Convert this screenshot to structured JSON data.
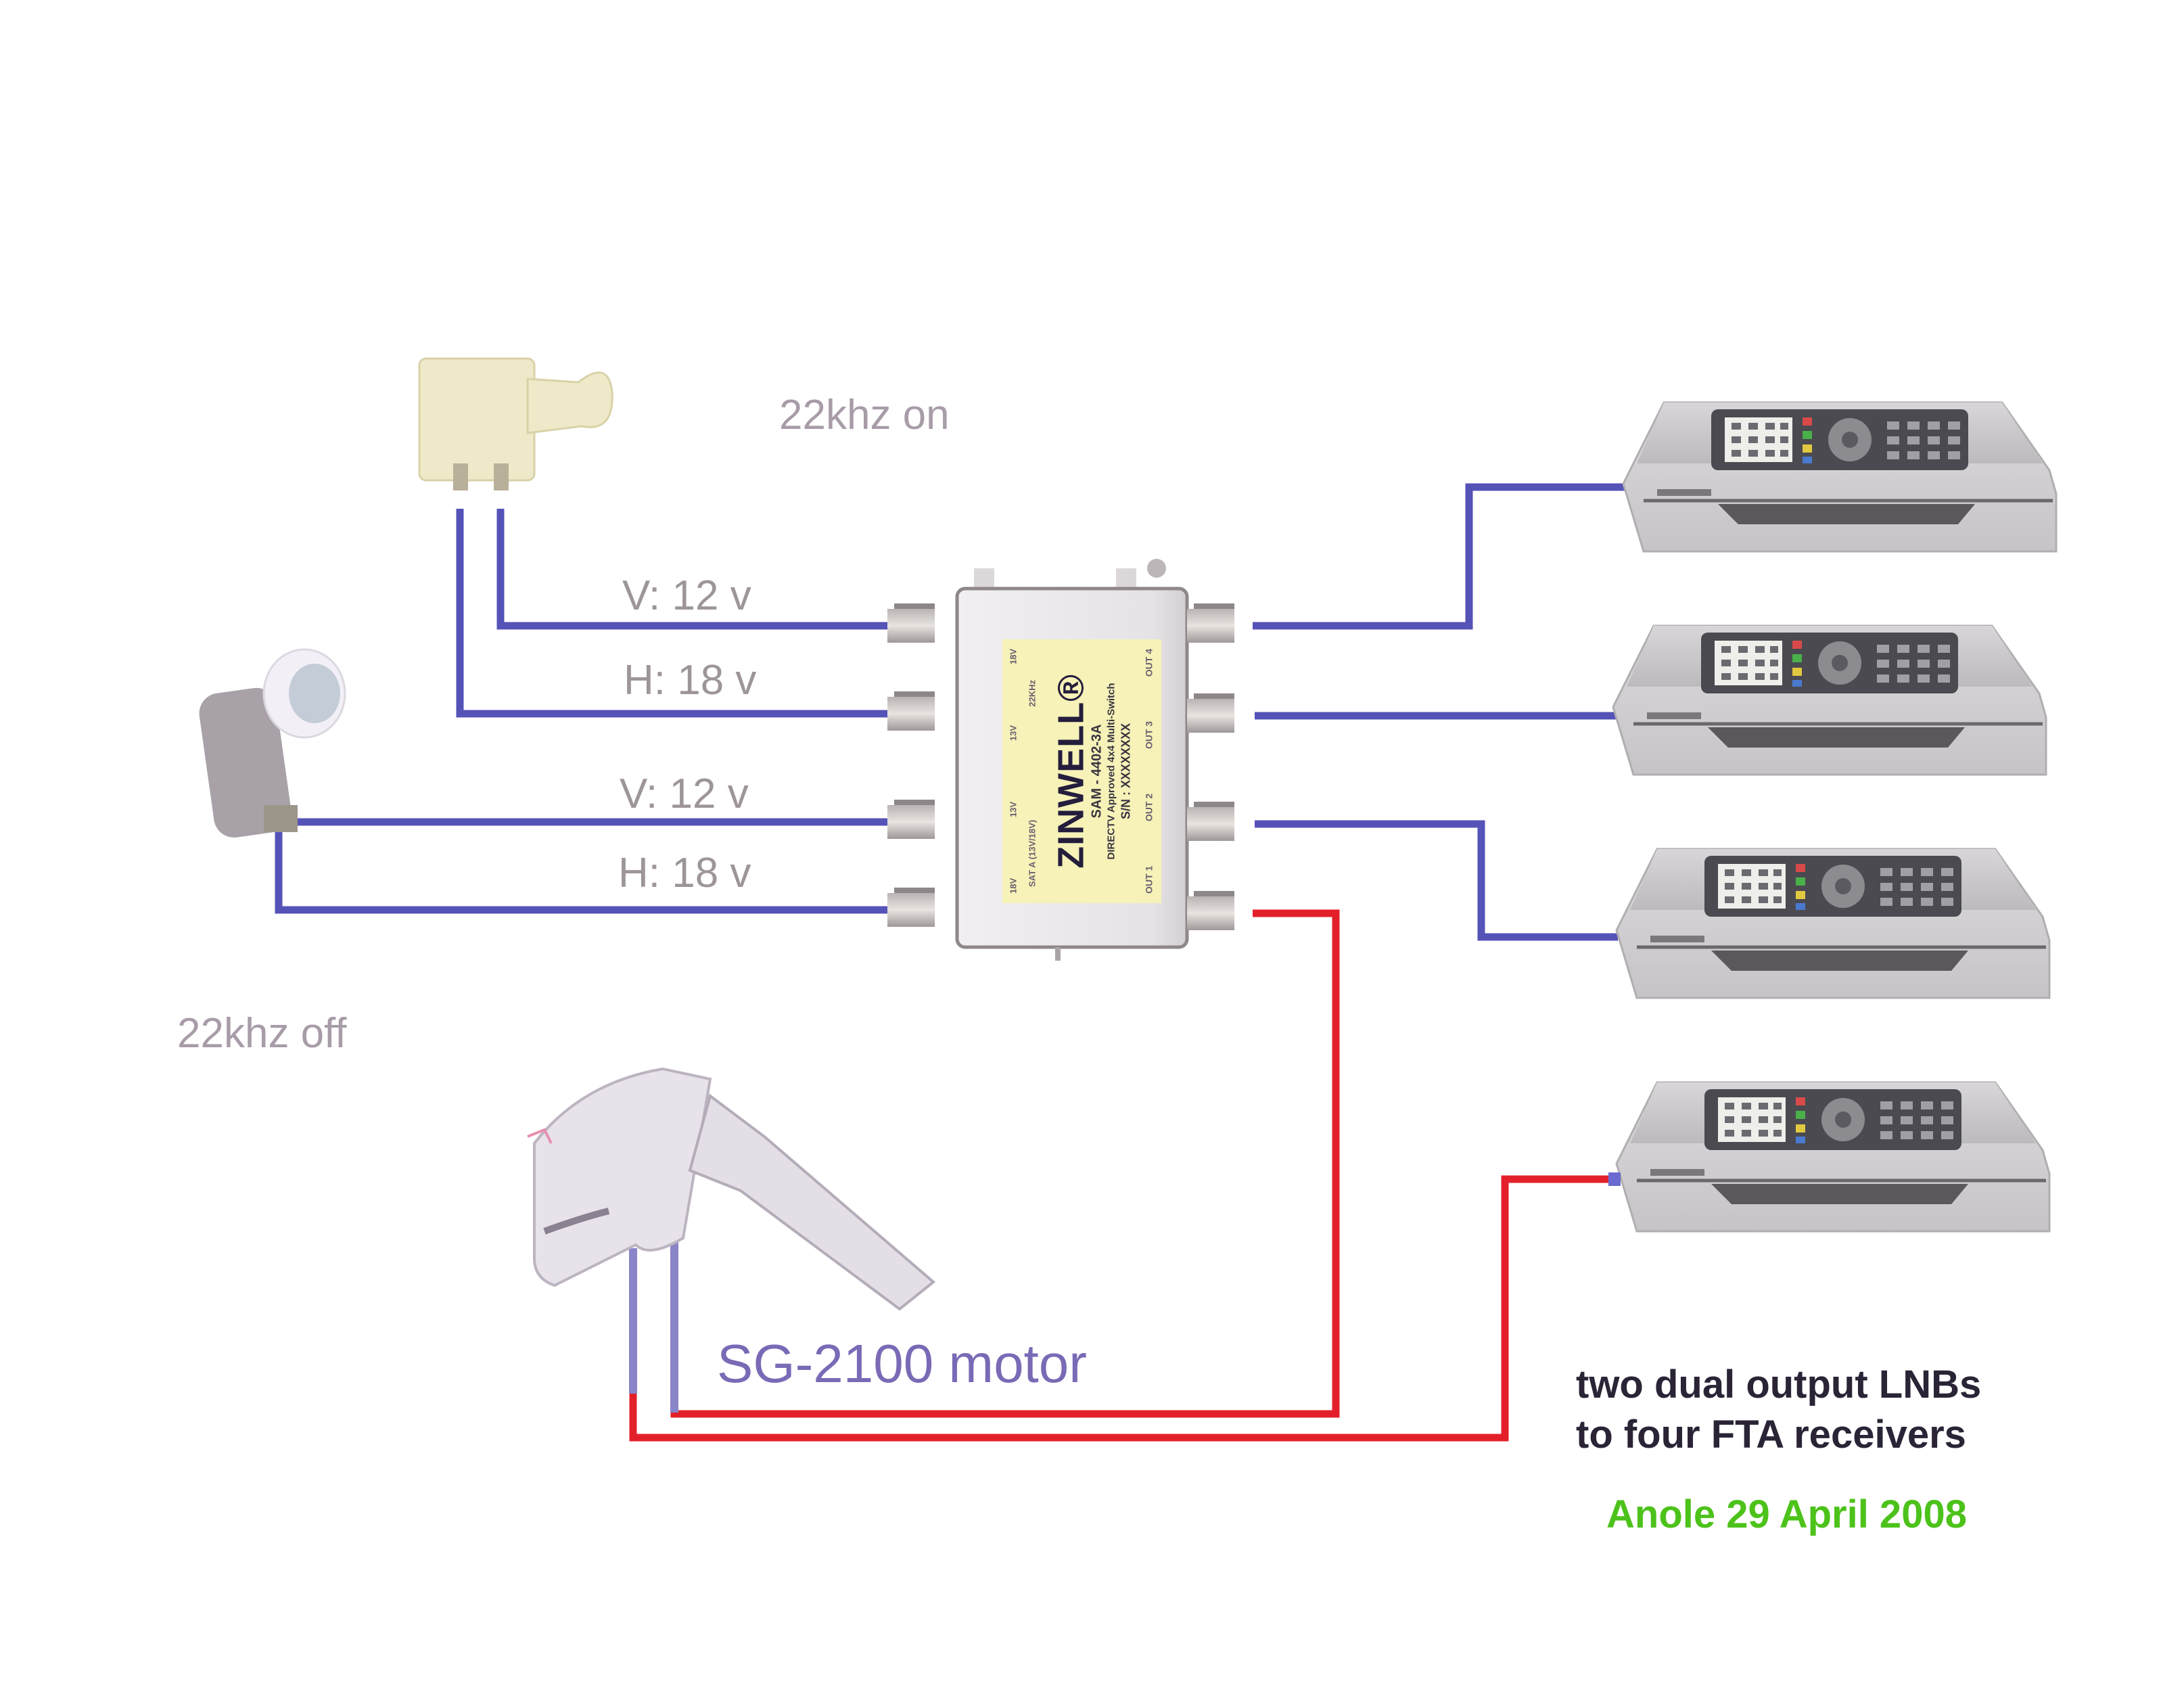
{
  "diagram": {
    "type": "satellite-wiring",
    "title": "two dual output LNBs to four FTA receivers",
    "caption_lines": [
      "two dual output LNBs",
      "to four FTA receivers"
    ],
    "credit": "Anole 29 April 2008",
    "colors": {
      "coax_blue": "#5552b8",
      "coax_red": "#e3202a",
      "label_gray": "#a89ca8",
      "motor_label": "#7a6ab6",
      "caption": "#2a2436",
      "credit": "#4cc21a",
      "switch_label_bg": "#f6f2b8"
    }
  },
  "labels": {
    "tone_on": "22khz on",
    "tone_off": "22khz off",
    "lnb1_v": "V: 12 v",
    "lnb1_h": "H: 18 v",
    "lnb2_v": "V: 12 v",
    "lnb2_h": "H: 18 v",
    "motor": "SG-2100 motor"
  },
  "components": {
    "lnb_top": {
      "name": "Dual output LNB (22khz on)"
    },
    "lnb_left": {
      "name": "Dual output LNB (22khz off)"
    },
    "motor": {
      "name": "SG-2100 motor"
    },
    "multiswitch": {
      "brand": "ZINWELL®",
      "model": "SAM - 4402-3A",
      "description": "DIRECTV Approved 4x4 Multi-Switch",
      "serial": "S/N : XXXXXXXX",
      "inputs": [
        "18V",
        "13V",
        "13V",
        "18V"
      ],
      "sat_a": "SAT A (13V/18V)",
      "tone": "22KHz",
      "outputs": [
        "OUT 1",
        "OUT 2",
        "OUT 3",
        "OUT 4"
      ]
    },
    "receivers": [
      {
        "name": "FTA receiver 1"
      },
      {
        "name": "FTA receiver 2"
      },
      {
        "name": "FTA receiver 3"
      },
      {
        "name": "FTA receiver 4"
      }
    ]
  },
  "connections": [
    {
      "from": "lnb_top.V",
      "to": "multiswitch.in1",
      "label": "V: 12 v",
      "color": "blue"
    },
    {
      "from": "lnb_top.H",
      "to": "multiswitch.in2",
      "label": "H: 18 v",
      "color": "blue"
    },
    {
      "from": "lnb_left.V",
      "to": "multiswitch.in3",
      "label": "V: 12 v",
      "color": "blue"
    },
    {
      "from": "lnb_left.H",
      "to": "multiswitch.in4",
      "label": "H: 18 v",
      "color": "blue"
    },
    {
      "from": "multiswitch.out4",
      "to": "receiver1",
      "color": "blue"
    },
    {
      "from": "multiswitch.out3",
      "to": "receiver2",
      "color": "blue"
    },
    {
      "from": "multiswitch.out2",
      "to": "receiver3",
      "color": "blue"
    },
    {
      "from": "multiswitch.out1",
      "to": "motor",
      "color": "red"
    },
    {
      "from": "motor",
      "to": "receiver4",
      "color": "red"
    }
  ]
}
